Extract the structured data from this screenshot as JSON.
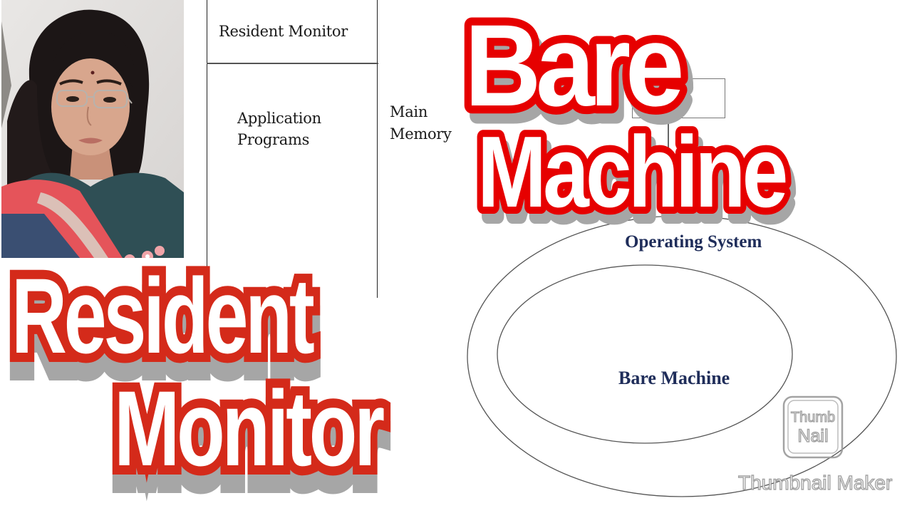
{
  "titles": {
    "top_right_line1": "Bare",
    "top_right_line2": "Machine",
    "bottom_left_line1": "Resident",
    "bottom_left_line2": "Monitor"
  },
  "memory_diagram": {
    "top_section_label": "Resident Monitor",
    "bottom_section_label_line1": "Application",
    "bottom_section_label_line2": "Programs",
    "side_label_line1": "Main",
    "side_label_line2": "Memory"
  },
  "layer_diagram": {
    "outer_label": "Operating System",
    "inner_label": "Bare Machine"
  },
  "watermark": {
    "badge_line1": "Thumb",
    "badge_line2": "Nail",
    "text": "Thumbnail Maker"
  },
  "colors": {
    "bare_machine_outline": "#e60000",
    "resident_monitor_outline": "#d42a1a",
    "title_fill": "#ffffff",
    "shadow": "#a6a6a6",
    "diagram_text": "#1f2d5a",
    "memory_text": "#1a1a1a"
  }
}
